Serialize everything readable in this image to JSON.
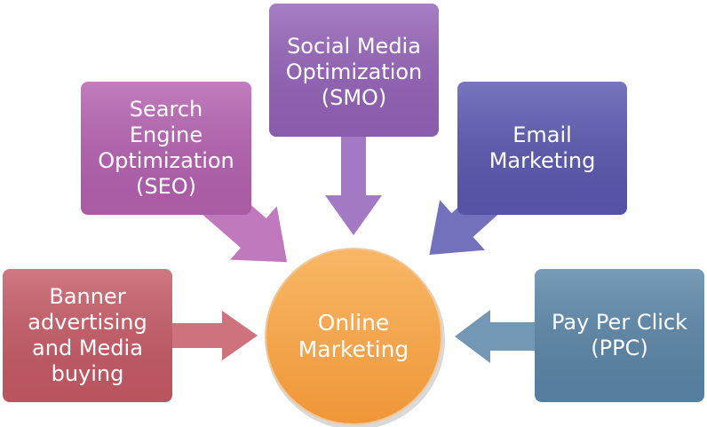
{
  "center": {
    "label": "Online\nMarketing",
    "color": "#f5a54a"
  },
  "nodes": [
    {
      "id": "seo",
      "label": "Search\nEngine\nOptimization\n(SEO)",
      "color": "#b561b0"
    },
    {
      "id": "smo",
      "label": "Social Media\nOptimization\n(SMO)",
      "color": "#9462b8"
    },
    {
      "id": "email",
      "label": "Email\nMarketing",
      "color": "#5a58b0"
    },
    {
      "id": "banner",
      "label": "Banner\nadvertising\nand Media\nbuying",
      "color": "#c65a66"
    },
    {
      "id": "ppc",
      "label": "Pay Per Click\n(PPC)",
      "color": "#5b86a8"
    }
  ]
}
